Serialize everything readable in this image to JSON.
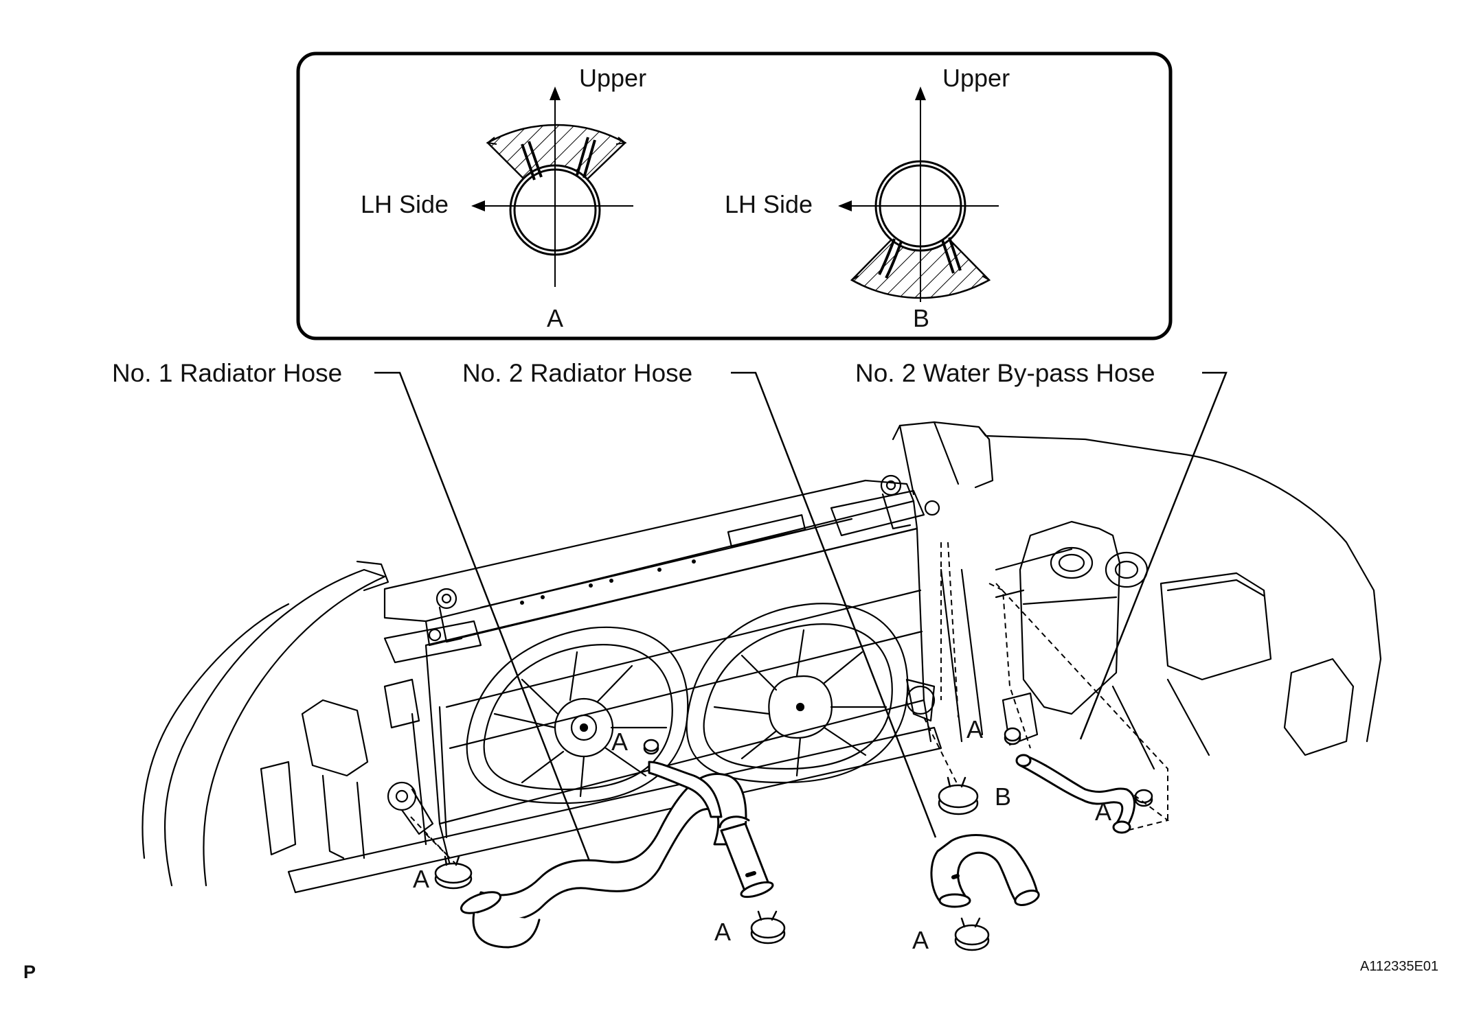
{
  "inset": {
    "diagram_a": {
      "upper_label": "Upper",
      "side_label": "LH Side",
      "caption": "A"
    },
    "diagram_b": {
      "upper_label": "Upper",
      "side_label": "LH Side",
      "caption": "B"
    }
  },
  "callouts": {
    "no1_radiator_hose": "No. 1 Radiator Hose",
    "no2_radiator_hose": "No. 2 Radiator Hose",
    "no2_water_bypass_hose": "No. 2 Water By-pass Hose"
  },
  "clamp_labels": {
    "a_left": "A",
    "a_center_top": "A",
    "a_center_bottom": "A",
    "a_right_top": "A",
    "b_right": "B",
    "a_right_bottom": "A",
    "a_far_right": "A"
  },
  "page_mark": "P",
  "figure_code": "A112335E01"
}
